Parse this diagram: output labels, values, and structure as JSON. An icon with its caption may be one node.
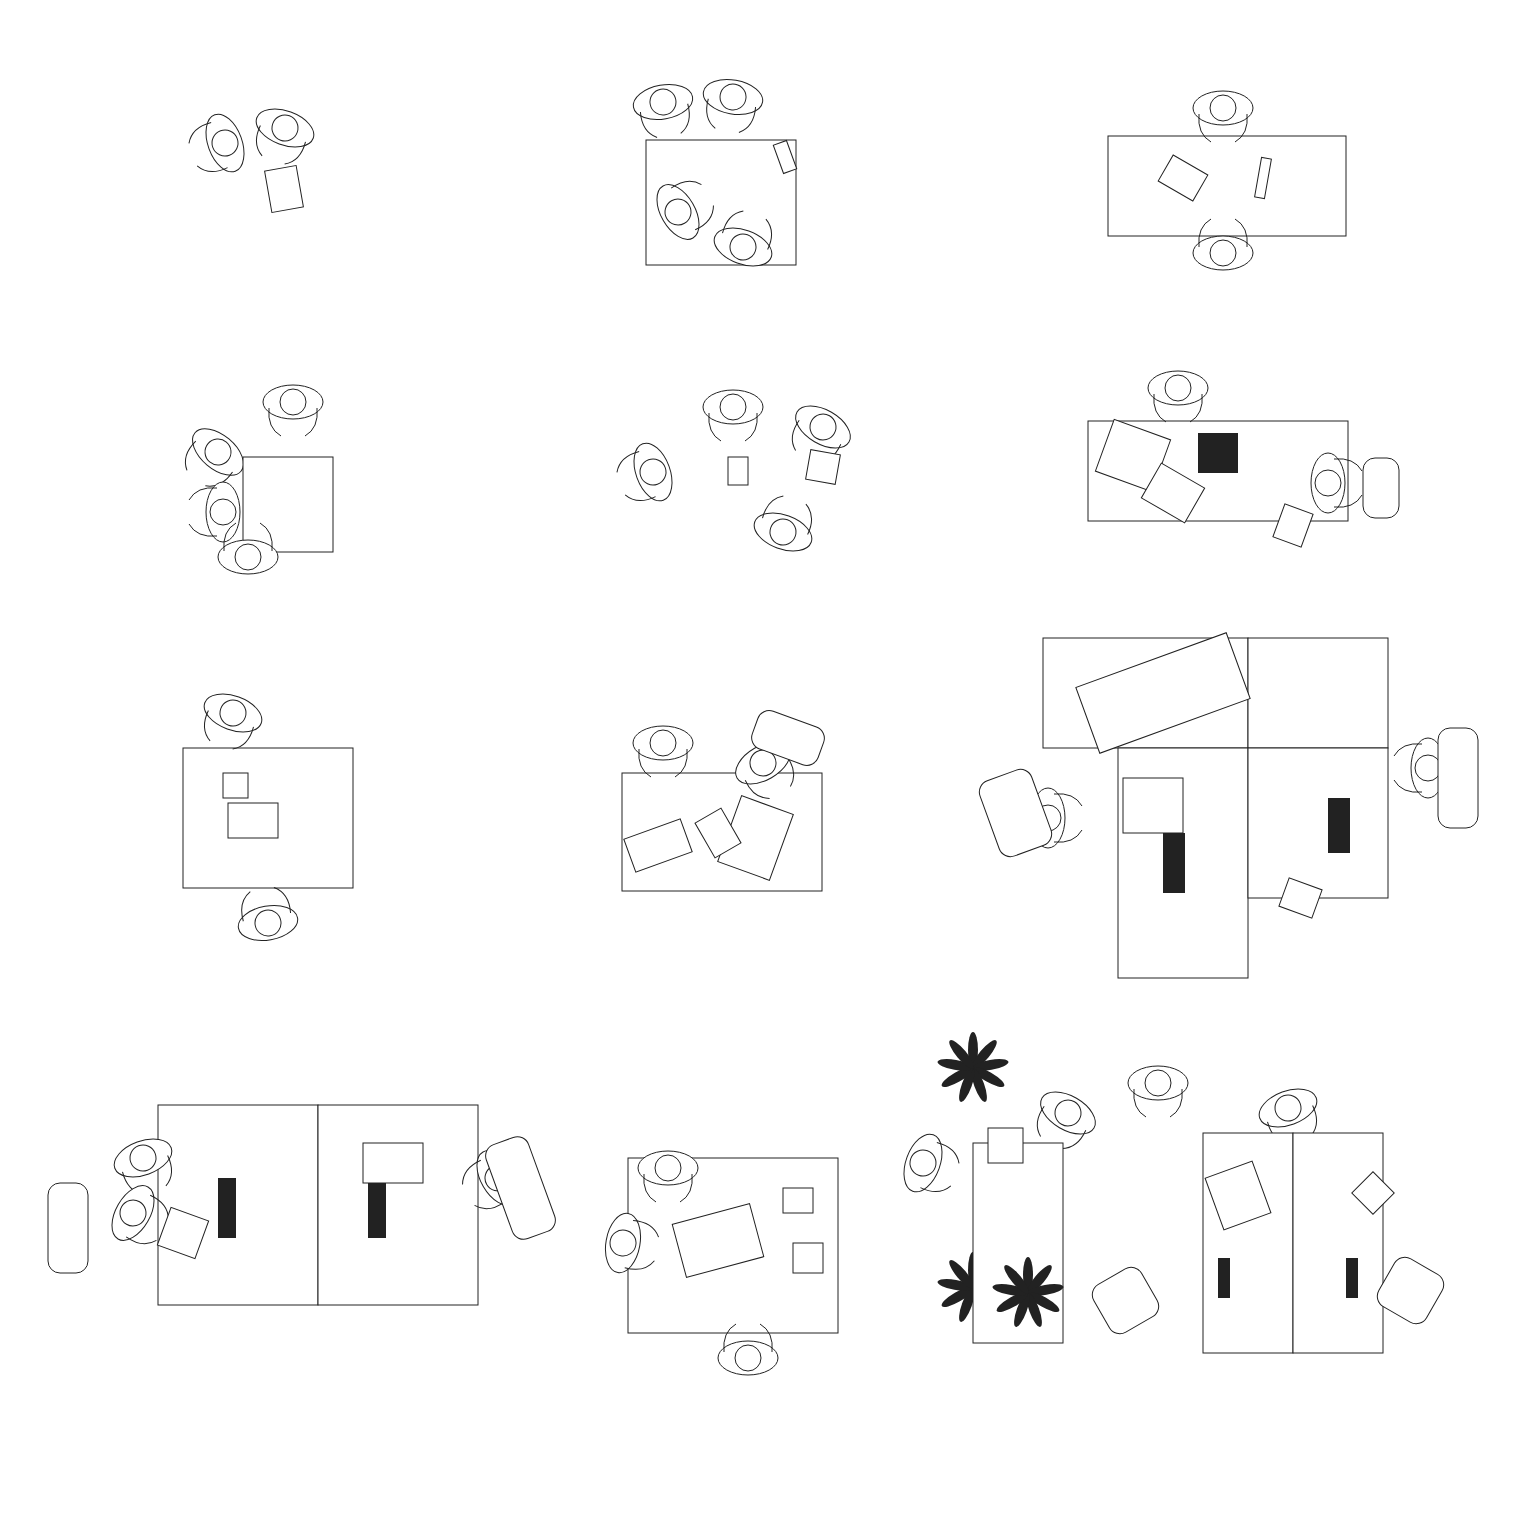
{
  "diagram": {
    "nodes": [
      {
        "text": [],
        "shape": "picture"
      },
      {
        "text": [],
        "shape": "picture"
      },
      {
        "text": [],
        "shape": "picture"
      },
      {
        "text": [],
        "shape": "picture"
      },
      {
        "text": [],
        "shape": "picture"
      },
      {
        "text": [],
        "shape": "picture"
      },
      {
        "text": [],
        "shape": "picture"
      },
      {
        "text": [],
        "shape": "picture"
      },
      {
        "text": [],
        "shape": "picture"
      },
      {
        "text": [],
        "shape": "picture"
      },
      {
        "text": [],
        "shape": "picture"
      },
      {
        "text": [],
        "shape": "picture"
      }
    ]
  }
}
